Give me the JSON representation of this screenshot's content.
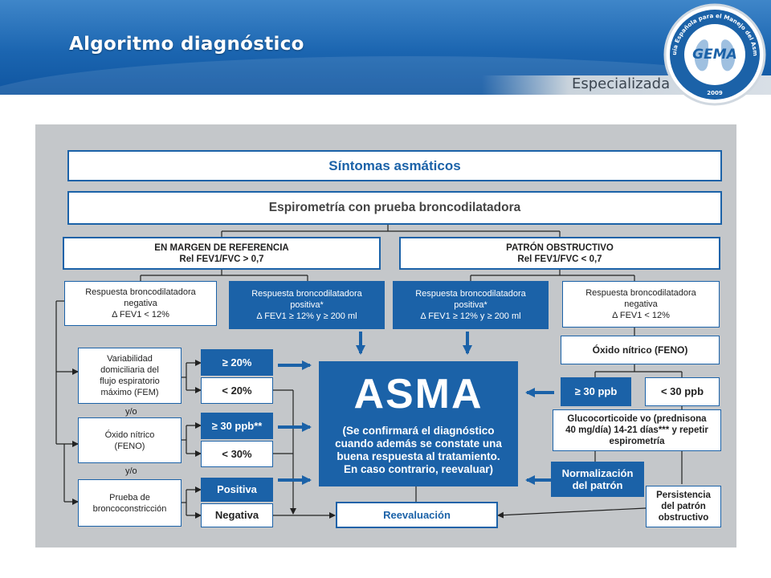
{
  "header": {
    "title": "Algoritmo diagnóstico",
    "subtitle": "Especializada",
    "logo_text": "GEMA",
    "logo_ring_text": "Guía Española para el Manejo del Asma",
    "logo_year": "2009"
  },
  "colors": {
    "primary_blue": "#1b62a8",
    "panel_gray": "#c4c7ca",
    "header_blue": "#1b65b0"
  },
  "diagram": {
    "symptoms": "Síntomas asmáticos",
    "spirometry": "Espirometría con prueba broncodilatadora",
    "ref_margin": {
      "line1": "EN MARGEN DE REFERENCIA",
      "line2": "Rel FEV1/FVC > 0,7"
    },
    "obstructive": {
      "line1": "PATRÓN OBSTRUCTIVO",
      "line2": "Rel FEV1/FVC < 0,7"
    },
    "bd_negative_left": {
      "line1": "Respuesta broncodilatadora",
      "line2": "negativa",
      "line3": "Δ FEV1 < 12%"
    },
    "bd_positive_left": {
      "line1": "Respuesta broncodilatadora",
      "line2": "positiva*",
      "line3": "Δ FEV1 ≥ 12% y ≥ 200 ml"
    },
    "bd_positive_right": {
      "line1": "Respuesta broncodilatadora",
      "line2": "positiva*",
      "line3": "Δ FEV1 ≥ 12% y ≥ 200 ml"
    },
    "bd_negative_right": {
      "line1": "Respuesta broncodilatadora",
      "line2": "negativa",
      "line3": "Δ FEV1 < 12%"
    },
    "pef_variability": {
      "line1": "Variabilidad",
      "line2": "domiciliaria del",
      "line3": "flujo espiratorio",
      "line4": "máximo (FEM)"
    },
    "pef_high": "≥ 20%",
    "pef_low": "< 20%",
    "yo_1": "y/o",
    "no_left": {
      "line1": "Óxido nítrico",
      "line2": "(FENO)"
    },
    "no_high": "≥ 30 ppb**",
    "no_low": "< 30%",
    "yo_2": "y/o",
    "bronchoconstriction": {
      "line1": "Prueba de",
      "line2": "broncoconstricción"
    },
    "positive": "Positiva",
    "negative": "Negativa",
    "asma": {
      "title": "ASMA",
      "line1": "(Se confirmará el diagnóstico",
      "line2": "cuando además se constate una",
      "line3": "buena respuesta al tratamiento.",
      "line4": "En caso contrario, reevaluar)"
    },
    "reevaluation": "Reevaluación",
    "no_right": "Óxido nítrico (FENO)",
    "no_right_high": "≥ 30 ppb",
    "no_right_low": "< 30 ppb",
    "glucocorticoid": {
      "line1": "Glucocorticoide vo (prednisona",
      "line2": "40 mg/día) 14-21 días*** y repetir",
      "line3": "espirometría"
    },
    "normalization": {
      "line1": "Normalización",
      "line2": "del patrón"
    },
    "persistence": {
      "line1": "Persistencia",
      "line2": "del patrón",
      "line3": "obstructivo"
    }
  }
}
